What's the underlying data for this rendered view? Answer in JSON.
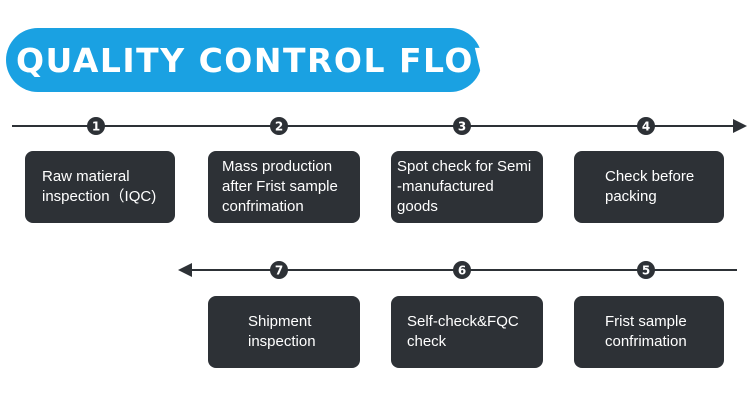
{
  "title": "QUALITY CONTROL FLOW:",
  "colors": {
    "title_pill": "#1aa1e2",
    "box": "#2d3136",
    "line": "#2d3136"
  },
  "steps": [
    {
      "number": "1",
      "label": "Raw matieral\ninspection（IQC)"
    },
    {
      "number": "2",
      "label": "Mass production\nafter Frist sample\nconfrimation"
    },
    {
      "number": "3",
      "label": "Spot check for Semi\n-manufactured\ngoods"
    },
    {
      "number": "4",
      "label": "Check before\npacking"
    },
    {
      "number": "5",
      "label": "Frist sample\nconfrimation"
    },
    {
      "number": "6",
      "label": "Self-check&FQC\ncheck"
    },
    {
      "number": "7",
      "label": "Shipment\ninspection"
    }
  ]
}
